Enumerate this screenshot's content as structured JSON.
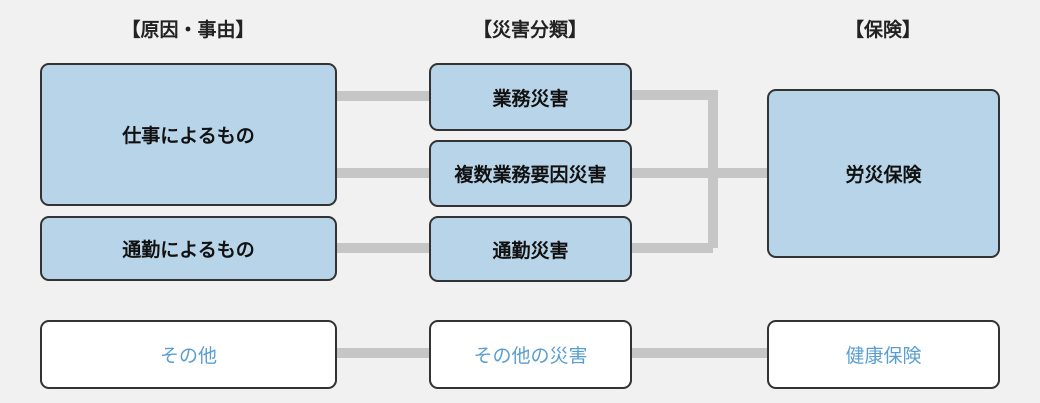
{
  "headers": {
    "cause": "【原因・事由】",
    "classification": "【災害分類】",
    "insurance": "【保険】"
  },
  "causes": {
    "work": "仕事によるもの",
    "commute": "通勤によるもの",
    "other": "その他"
  },
  "classifications": {
    "work_accident": "業務災害",
    "multi_work_accident": "複数業務要因災害",
    "commute_accident": "通勤災害",
    "other_accident": "その他の災害"
  },
  "insurance": {
    "workers_comp": "労災保険",
    "health": "健康保険"
  },
  "colors": {
    "blue_box": "#b8d4e8",
    "white_box": "#ffffff",
    "border": "#333333",
    "connector": "#c6c6c6",
    "light_text": "#5a9ed1",
    "background": "#f1f1f1"
  }
}
